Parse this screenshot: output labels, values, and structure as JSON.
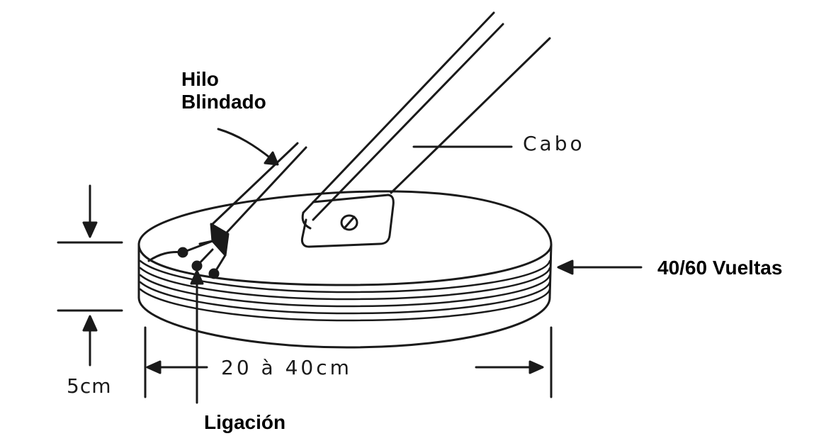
{
  "labels": {
    "hilo_line1": "Hilo",
    "hilo_line2": "Blindado",
    "cabo": "Cabo",
    "vueltas": "40/60 Vueltas",
    "dimension_width": "20 à 40cm",
    "dimension_height": "5cm",
    "ligacion": "Ligación"
  },
  "colors": {
    "ink": "#1a1a1a",
    "background": "#ffffff"
  }
}
